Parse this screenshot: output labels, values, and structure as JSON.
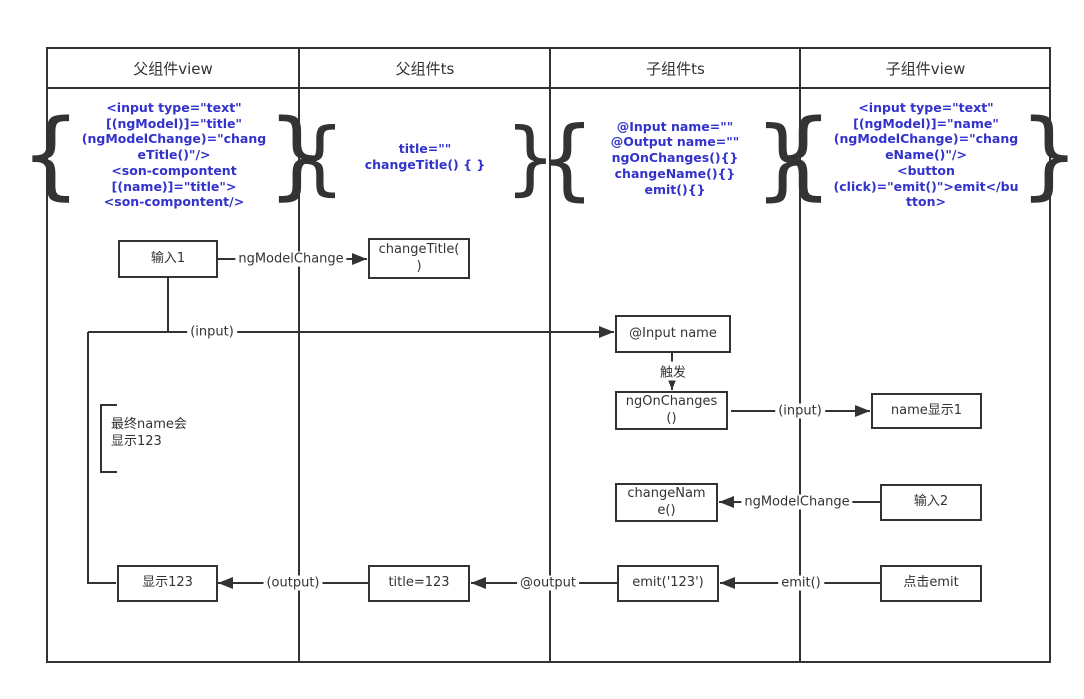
{
  "diagram": {
    "columns": [
      {
        "header": "父组件view",
        "code": "<input type=\"text\"\n[(ngModel)]=\"title\"\n(ngModelChange)=\"chang\neTitle()\"/>\n<son-compontent\n[(name)]=\"title\">\n<son-compontent/>"
      },
      {
        "header": "父组件ts",
        "code": "title=\"\"\nchangeTitle() { }"
      },
      {
        "header": "子组件ts",
        "code": "@Input name=\"\"\n@Output name=\"\"\nngOnChanges(){}\nchangeName(){}\nemit(){}"
      },
      {
        "header": "子组件view",
        "code": "<input type=\"text\"\n[(ngModel)]=\"name\"\n(ngModelChange)=\"chang\neName()\"/>\n<button\n(click)=\"emit()\">emit</bu\ntton>"
      }
    ],
    "brace_open": "{",
    "brace_close": "}",
    "nodes": [
      {
        "label": "输入1"
      },
      {
        "label": "changeTitle(\n)"
      },
      {
        "label": "@Input name"
      },
      {
        "label": "ngOnChanges\n()"
      },
      {
        "label": "name显示1"
      },
      {
        "label": "changeNam\ne()"
      },
      {
        "label": "输入2"
      },
      {
        "label": "显示123"
      },
      {
        "label": "title=123"
      },
      {
        "label": "emit('123')"
      },
      {
        "label": "点击emit"
      }
    ],
    "edge_labels": [
      {
        "text": "ngModelChange"
      },
      {
        "text": "(input)"
      },
      {
        "text": "触发"
      },
      {
        "text": "(input)"
      },
      {
        "text": "ngModelChange"
      },
      {
        "text": "emit()"
      },
      {
        "text": "@output"
      },
      {
        "text": "(output)"
      }
    ],
    "note": "最终name会\n显示123",
    "colors": {
      "code_blue": "#3232cc",
      "line": "#333333"
    }
  }
}
